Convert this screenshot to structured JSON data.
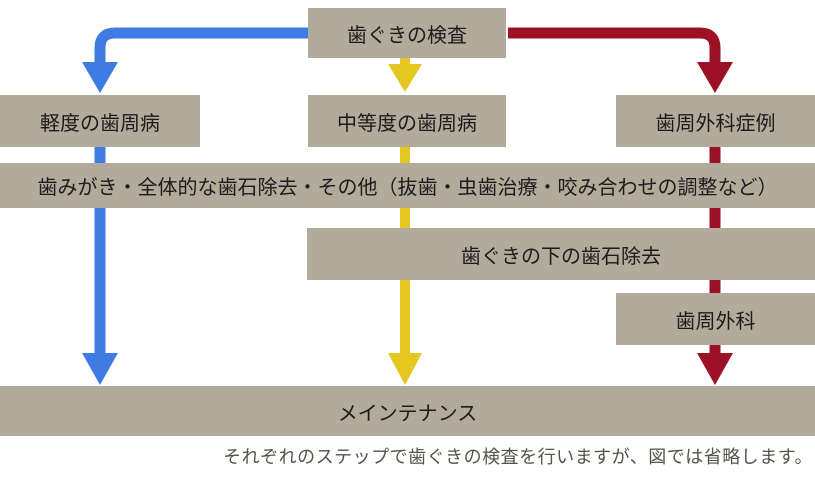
{
  "palette": {
    "page_bg": "#ffffff",
    "box_bg": "#b2aa9a",
    "box_text": "#1c1c1c",
    "blue": "#3e7ce4",
    "yellow": "#e4c81f",
    "red": "#9c1126",
    "caption_text": "#56524c"
  },
  "nodes": {
    "exam": "歯ぐきの検査",
    "mild": "軽度の歯周病",
    "moderate": "中等度の歯周病",
    "surgical_case": "歯周外科症例",
    "basic_treatment": "歯みがき・全体的な歯石除去・その他（抜歯・虫歯治療・咬み合わせの調整など）",
    "subgingival_scaling": "歯ぐきの下の歯石除去",
    "perio_surgery": "歯周外科",
    "maintenance": "メインテナンス"
  },
  "edges": [
    {
      "from": "exam",
      "to": "mild",
      "color_key": "blue"
    },
    {
      "from": "exam",
      "to": "moderate",
      "color_key": "yellow"
    },
    {
      "from": "exam",
      "to": "surgical_case",
      "color_key": "red"
    },
    {
      "from": "mild",
      "to": "maintenance",
      "color_key": "blue"
    },
    {
      "from": "moderate",
      "to": "maintenance",
      "color_key": "yellow"
    },
    {
      "from": "surgical_case",
      "to": "maintenance",
      "color_key": "red"
    }
  ],
  "caption": "それぞれのステップで歯ぐきの検査を行いますが、図では省略します。"
}
